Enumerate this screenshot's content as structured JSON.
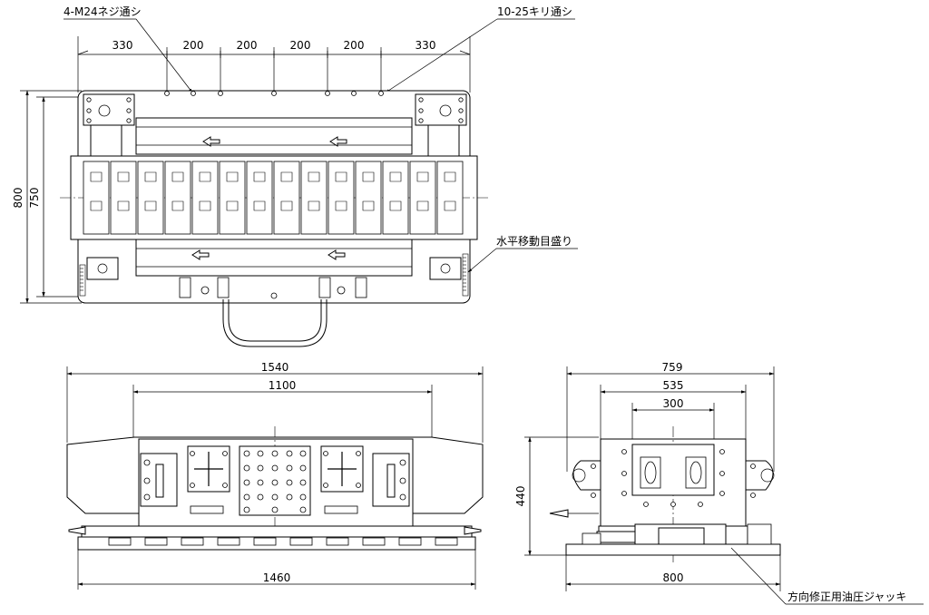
{
  "top_view": {
    "dims_top": [
      "330",
      "200",
      "200",
      "200",
      "200",
      "330"
    ],
    "dim_overall_height": "800",
    "dim_inner_height": "750",
    "callout_tapped_holes": "4-M24ネジ通シ",
    "callout_drill_holes": "10-25キリ通シ",
    "callout_scale": "水平移動目盛り"
  },
  "front_view": {
    "dim_overall_width": "1540",
    "dim_center_width": "1100",
    "dim_base_width": "1460"
  },
  "side_view": {
    "dim_width_759": "759",
    "dim_width_535": "535",
    "dim_width_300": "300",
    "dim_height_440": "440",
    "dim_base_800": "800",
    "callout_jack": "方向修正用油圧ジャッキ"
  }
}
